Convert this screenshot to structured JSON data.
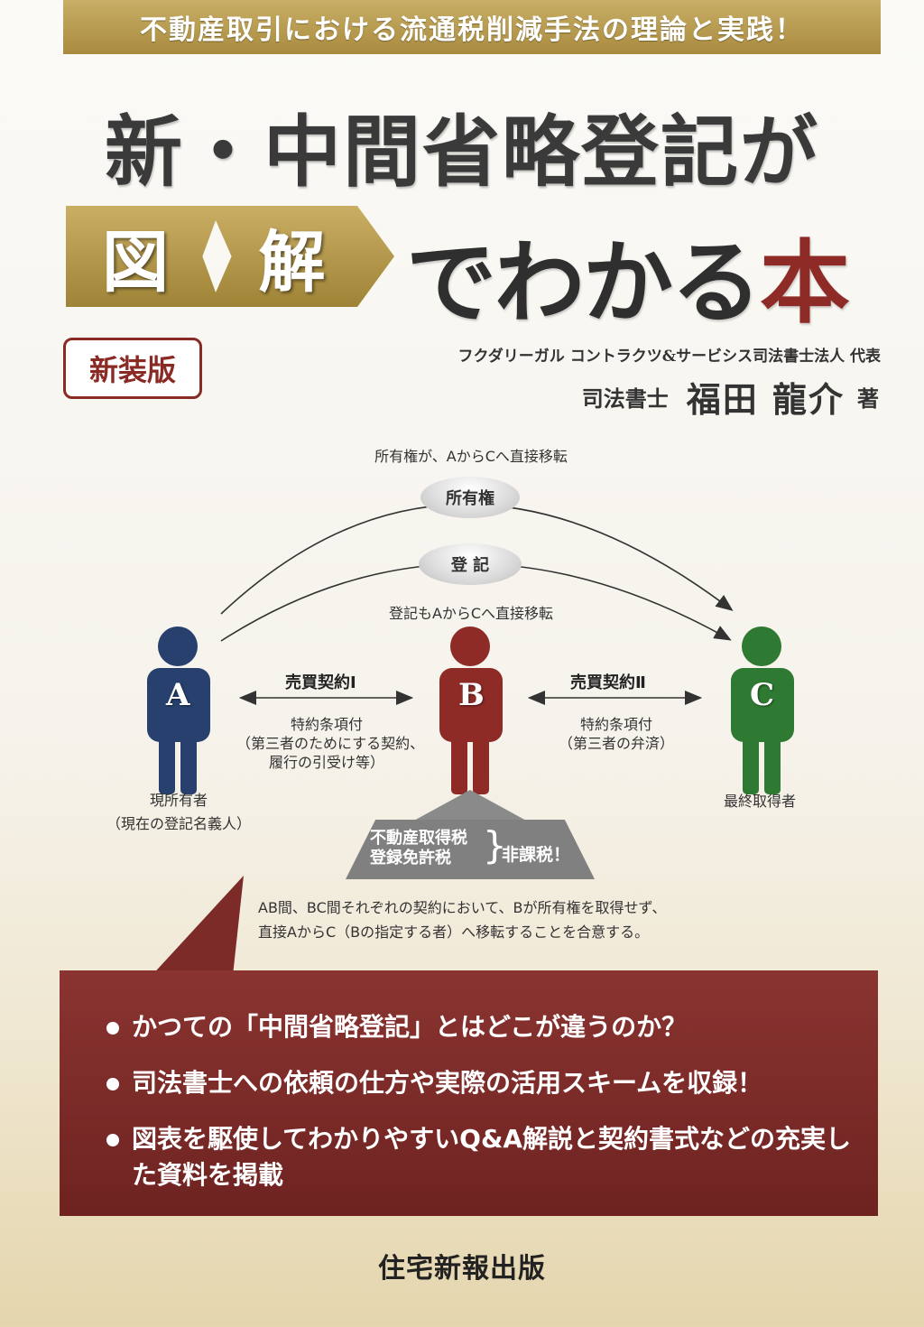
{
  "banner": {
    "text": "不動産取引における流通税削減手法の理論と実践！"
  },
  "title": {
    "main": "新・中間省略登記が",
    "zu": "図",
    "kai": "解",
    "de_wakaru": "でわかる",
    "hon": "本"
  },
  "edition": "新装版",
  "author": {
    "affiliation": "フクダリーガル コントラクツ&サービシス司法書士法人 代表",
    "role": "司法書士",
    "name": "福田 龍介",
    "suffix": "著"
  },
  "diagram": {
    "top_caption": "所有権が、AからCへ直接移転",
    "ownership_pill": "所有権",
    "registration_pill": "登 記",
    "registration_caption": "登記もAからCへ直接移転",
    "persons": [
      {
        "letter": "A",
        "color": "#27406e"
      },
      {
        "letter": "B",
        "color": "#8e2b26"
      },
      {
        "letter": "C",
        "color": "#2f7a33"
      }
    ],
    "contract1": {
      "title": "売買契約Ⅰ",
      "desc": [
        "特約条項付",
        "（第三者のためにする契約、",
        "履行の引受け等）"
      ]
    },
    "contract2": {
      "title": "売買契約Ⅱ",
      "desc": [
        "特約条項付",
        "（第三者の弁済）"
      ]
    },
    "label_a": [
      "現所有者",
      "（現在の登記名義人）"
    ],
    "label_c": "最終取得者",
    "tax": {
      "items": [
        "不動産取得税",
        "登録免許税"
      ],
      "result": "非課税！"
    },
    "note": [
      "AB間、BC間それぞれの契約において、Bが所有権を取得せず、",
      "直接AからC（Bの指定する者）へ移転することを合意する。"
    ]
  },
  "features": [
    "かつての「中間省略登記」とはどこが違うのか？",
    "司法書士への依頼の仕方や実際の活用スキームを収録！",
    "図表を駆使してわかりやすいQ&A解説と契約書式などの充実した資料を掲載"
  ],
  "publisher": "住宅新報出版"
}
